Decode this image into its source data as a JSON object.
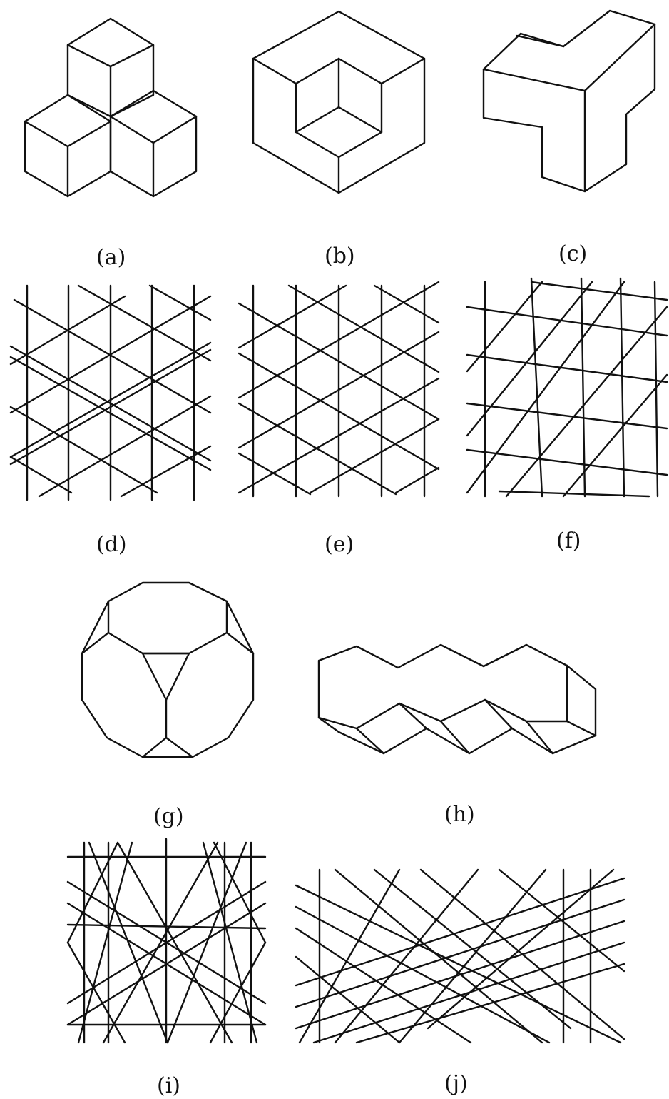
{
  "figure": {
    "panels": [
      {
        "id": "a",
        "caption": "(a)",
        "content": "three stacked isometric cubes"
      },
      {
        "id": "b",
        "caption": "(b)",
        "content": "hexagonal block with cube-shaped corner notch"
      },
      {
        "id": "c",
        "caption": "(c)",
        "content": "T-shaped block in isometric view"
      },
      {
        "id": "d",
        "caption": "(d)",
        "content": "line arrangement with doubled diagonals"
      },
      {
        "id": "e",
        "caption": "(e)",
        "content": "regular triangular line arrangement"
      },
      {
        "id": "f",
        "caption": "(f)",
        "content": "skewed line arrangement"
      },
      {
        "id": "g",
        "caption": "(g)",
        "content": "truncated polyhedron with triangular face"
      },
      {
        "id": "h",
        "caption": "(h)",
        "content": "zig-zag prism"
      },
      {
        "id": "i",
        "caption": "(i)",
        "content": "dense line arrangement"
      },
      {
        "id": "j",
        "caption": "(j)",
        "content": "dense skewed line arrangement"
      }
    ]
  }
}
